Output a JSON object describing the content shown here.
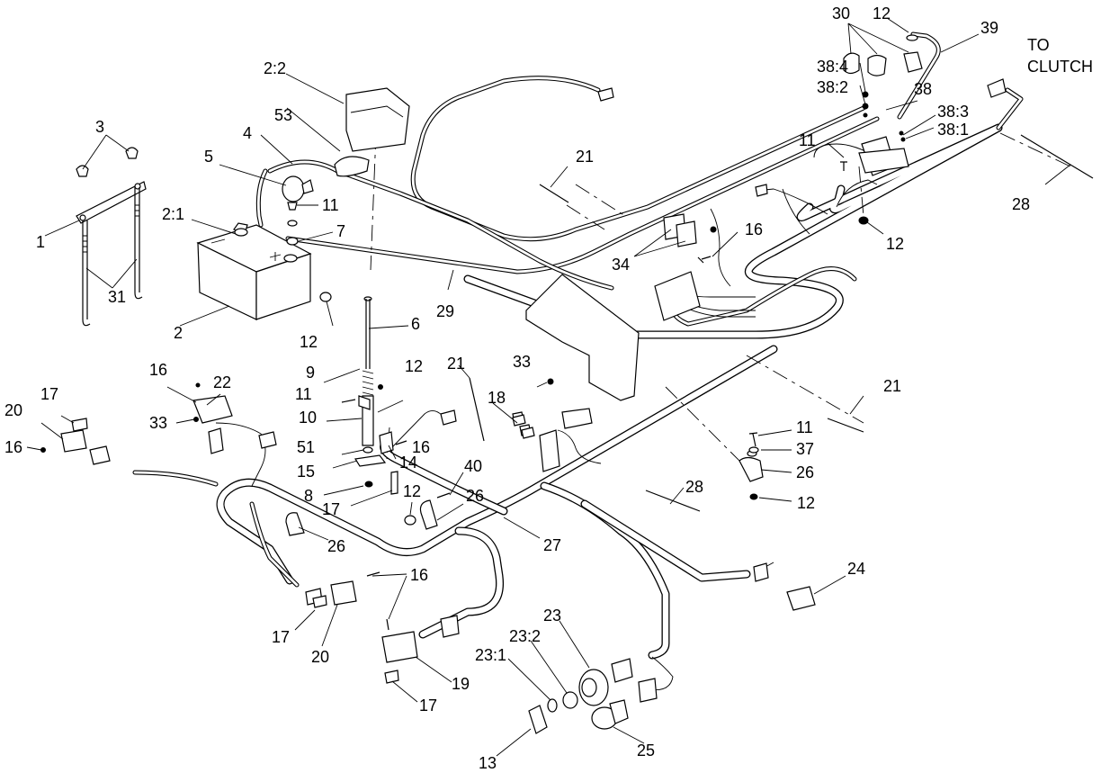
{
  "callouts": [
    {
      "id": "c30",
      "text": "30"
    },
    {
      "id": "c12a",
      "text": "12"
    },
    {
      "id": "c39",
      "text": "39"
    },
    {
      "id": "c22",
      "text": "2:2"
    },
    {
      "id": "c53",
      "text": "53"
    },
    {
      "id": "c384",
      "text": "38:4"
    },
    {
      "id": "c382",
      "text": "38:2"
    },
    {
      "id": "c38",
      "text": "38"
    },
    {
      "id": "c383",
      "text": "38:3"
    },
    {
      "id": "c381",
      "text": "38:1"
    },
    {
      "id": "c3",
      "text": "3"
    },
    {
      "id": "c4",
      "text": "4"
    },
    {
      "id": "c5",
      "text": "5"
    },
    {
      "id": "c11a",
      "text": "11"
    },
    {
      "id": "c21a",
      "text": "21"
    },
    {
      "id": "c11b",
      "text": "11"
    },
    {
      "id": "c28a",
      "text": "28"
    },
    {
      "id": "c21b",
      "text": "2:1"
    },
    {
      "id": "c7",
      "text": "7"
    },
    {
      "id": "c1",
      "text": "1"
    },
    {
      "id": "c16a",
      "text": "16"
    },
    {
      "id": "c12b",
      "text": "12"
    },
    {
      "id": "c34",
      "text": "34"
    },
    {
      "id": "c31",
      "text": "31"
    },
    {
      "id": "c29",
      "text": "29"
    },
    {
      "id": "c2",
      "text": "2"
    },
    {
      "id": "c6",
      "text": "6"
    },
    {
      "id": "c12c",
      "text": "12"
    },
    {
      "id": "c16b",
      "text": "16"
    },
    {
      "id": "c22p",
      "text": "22"
    },
    {
      "id": "c9",
      "text": "9"
    },
    {
      "id": "c12d",
      "text": "12"
    },
    {
      "id": "c21c",
      "text": "21"
    },
    {
      "id": "c33a",
      "text": "33"
    },
    {
      "id": "c21d",
      "text": "21"
    },
    {
      "id": "c17a",
      "text": "17"
    },
    {
      "id": "c11c",
      "text": "11"
    },
    {
      "id": "c18",
      "text": "18"
    },
    {
      "id": "c20a",
      "text": "20"
    },
    {
      "id": "c10",
      "text": "10"
    },
    {
      "id": "c33b",
      "text": "33"
    },
    {
      "id": "c11d",
      "text": "11"
    },
    {
      "id": "c37",
      "text": "37"
    },
    {
      "id": "c16c",
      "text": "16"
    },
    {
      "id": "c51",
      "text": "51"
    },
    {
      "id": "c16d",
      "text": "16"
    },
    {
      "id": "c14",
      "text": "14"
    },
    {
      "id": "c26a",
      "text": "26"
    },
    {
      "id": "c15",
      "text": "15"
    },
    {
      "id": "c40",
      "text": "40"
    },
    {
      "id": "c28b",
      "text": "28"
    },
    {
      "id": "c12e",
      "text": "12"
    },
    {
      "id": "c8",
      "text": "8"
    },
    {
      "id": "c12f",
      "text": "12"
    },
    {
      "id": "c26b",
      "text": "26"
    },
    {
      "id": "c17b",
      "text": "17"
    },
    {
      "id": "c27",
      "text": "27"
    },
    {
      "id": "c26c",
      "text": "26"
    },
    {
      "id": "c24",
      "text": "24"
    },
    {
      "id": "c16e",
      "text": "16"
    },
    {
      "id": "c23",
      "text": "23"
    },
    {
      "id": "c17c",
      "text": "17"
    },
    {
      "id": "c20b",
      "text": "20"
    },
    {
      "id": "c232",
      "text": "23:2"
    },
    {
      "id": "c231",
      "text": "23:1"
    },
    {
      "id": "c19",
      "text": "19"
    },
    {
      "id": "c17d",
      "text": "17"
    },
    {
      "id": "c25",
      "text": "25"
    },
    {
      "id": "c13",
      "text": "13"
    }
  ],
  "notes": {
    "to_label": "TO",
    "clutch_label": "CLUTCH"
  }
}
